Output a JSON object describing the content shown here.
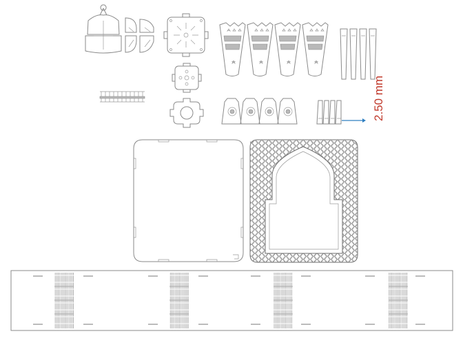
{
  "dimension": {
    "label": "2.50 mm",
    "color": "#c0392b"
  },
  "colors": {
    "cut_line": "#8a8a8a",
    "dimension_arrow": "#2f7fc1",
    "background": "#ffffff"
  },
  "parts": {
    "arch_pattern": "hexagonal-circle-lattice",
    "living_hinge_sections": 4,
    "lantern_panels": 4,
    "small_panels": 4,
    "long_strips": 4,
    "small_tabs": 4,
    "pegs": 12
  }
}
